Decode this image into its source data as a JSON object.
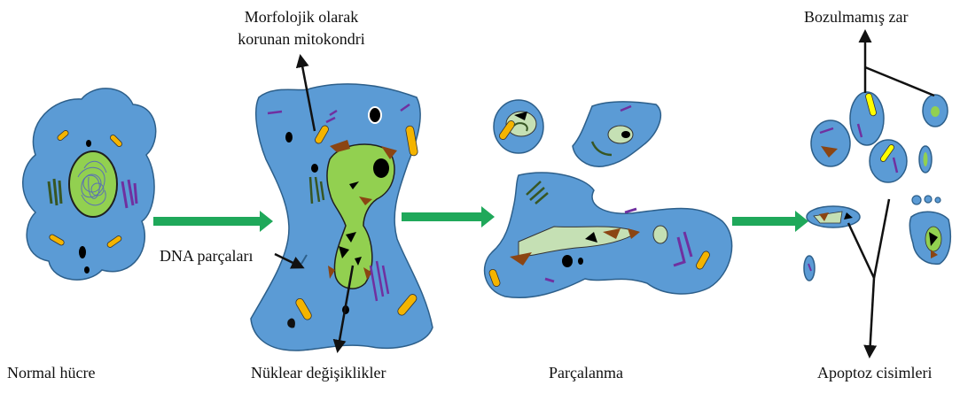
{
  "labels": {
    "morfolojik_line1": "Morfolojik olarak",
    "morfolojik_line2": "korunan mitokondri",
    "bozulmamis": "Bozulmamış zar",
    "dna": "DNA parçaları",
    "normal": "Normal hücre",
    "nuklear": "Nüklear değişiklikler",
    "parcalanma": "Parçalanma",
    "apoptoz": "Apoptoz cisimleri"
  },
  "colors": {
    "cytoplasm": "#5b9bd5",
    "outline": "#1f1f1f",
    "nucleus": "#92d050",
    "nucleus_light": "#c5e0b4",
    "mitochondria": "#f4b400",
    "mito_yellow": "#ffff00",
    "golgi": "#7030a0",
    "er": "#375623",
    "fragments": "#8b4513",
    "arrow": "#1fa85a"
  },
  "icons": [
    "process-arrow",
    "pointer-arrow"
  ]
}
